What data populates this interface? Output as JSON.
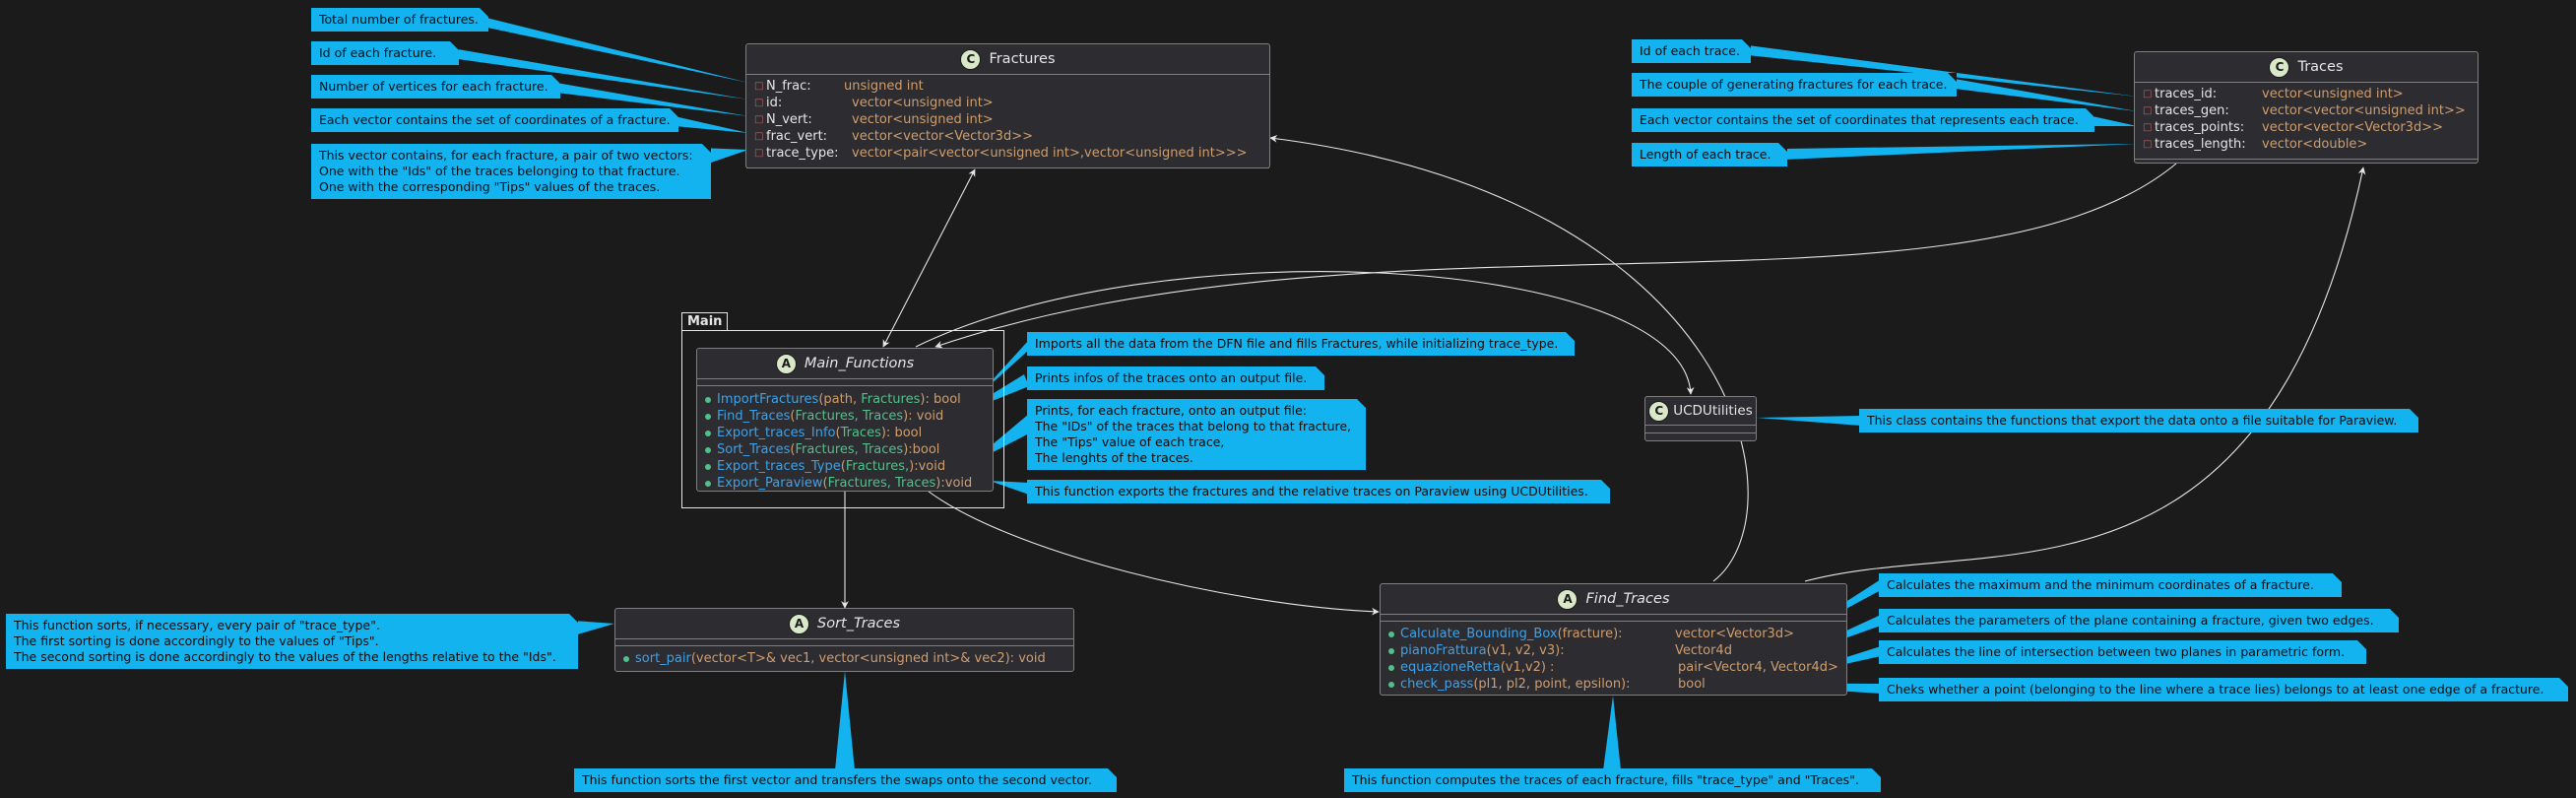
{
  "classes": {
    "fractures": {
      "icon": "C",
      "name": "Fractures",
      "attributes": [
        {
          "name": "N_frac:",
          "type": "unsigned int"
        },
        {
          "name": "id:",
          "type": "vector<unsigned int>"
        },
        {
          "name": "N_vert:",
          "type": "vector<unsigned int>"
        },
        {
          "name": "frac_vert:",
          "type": "vector<vector<Vector3d>>"
        },
        {
          "name": "trace_type:",
          "type": "vector<pair<vector<unsigned int>,vector<unsigned int>>>"
        }
      ]
    },
    "traces": {
      "icon": "C",
      "name": "Traces",
      "attributes": [
        {
          "name": "traces_id:",
          "type": "vector<unsigned int>"
        },
        {
          "name": "traces_gen:",
          "type": "vector<vector<unsigned int>>"
        },
        {
          "name": "traces_points:",
          "type": "vector<vector<Vector3d>>"
        },
        {
          "name": "traces_length:",
          "type": "vector<double>"
        }
      ]
    },
    "main_functions": {
      "icon": "A",
      "name": "Main_Functions",
      "methods": [
        {
          "name": "ImportFractures",
          "open": "(",
          "params": "path, ",
          "params2": "Fractures",
          "close": "): ",
          "ret": "bool"
        },
        {
          "name": "Find_Traces",
          "open": "(",
          "params": "Fractures, Traces",
          "params2": "",
          "close": "): ",
          "ret": "void"
        },
        {
          "name": "Export_traces_Info",
          "open": "(",
          "params": "Traces",
          "params2": "",
          "close": "):   ",
          "ret": "bool"
        },
        {
          "name": "Sort_Traces",
          "open": "(",
          "params": "Fractures, Traces",
          "params2": "",
          "close": "):",
          "ret": "bool"
        },
        {
          "name": "Export_traces_Type",
          "open": "(",
          "params": "Fractures,",
          "params2": "",
          "close": "):",
          "ret": "void"
        },
        {
          "name": "Export_Paraview",
          "open": "(",
          "params": "Fractures, Traces",
          "params2": "",
          "close": "):",
          "ret": "void"
        }
      ]
    },
    "ucd": {
      "icon": "C",
      "name": "UCDUtilities"
    },
    "sort_traces": {
      "icon": "A",
      "name": "Sort_Traces",
      "methods": [
        {
          "name": "sort_pair",
          "sig": "(vector<T>& vec1, vector<unsigned int>& vec2): void"
        }
      ]
    },
    "find_traces": {
      "icon": "A",
      "name": "Find_Traces",
      "methods": [
        {
          "name": "Calculate_Bounding_Box",
          "args": "(fracture):",
          "ret": "vector<Vector3d>"
        },
        {
          "name": "pianoFrattura",
          "args": "(v1, v2, v3):",
          "ret": "Vector4d"
        },
        {
          "name": "equazioneRetta",
          "args": "(v1,v2) :",
          "ret": "pair<Vector4, Vector4d>"
        },
        {
          "name": "check_pass",
          "args": "(pl1, pl2, point, epsilon):",
          "ret": "bool"
        }
      ]
    }
  },
  "package": {
    "label": "Main"
  },
  "notes": {
    "n_total_frac": "Total number of fractures.",
    "n_id_frac": "Id of each fracture.",
    "n_vert": "Number of vertices for each fracture.",
    "n_frac_vert": "Each vector contains the set of coordinates of a fracture.",
    "n_trace_type": [
      "This vector contains, for each fracture, a pair of two vectors:",
      "One with the \"Ids\" of the traces belonging to that fracture.",
      "One with the corresponding \"Tips\" values of the traces."
    ],
    "n_trace_id": "Id of each trace.",
    "n_trace_gen": "The couple of generating fractures for each trace.",
    "n_trace_points": "Each vector contains the set of coordinates that represents each trace.",
    "n_trace_length": "Length of each trace.",
    "n_import": "Imports all the data from the DFN file and fills Fractures, while initializing trace_type.",
    "n_info": "Prints infos of the traces onto an output file.",
    "n_type": [
      "Prints, for each fracture, onto an output file:",
      "The \"IDs\" of the traces that belong to that fracture,",
      "The \"Tips\" value of each trace,",
      "The lenghts of the traces."
    ],
    "n_paraview": "This function exports the fractures and the relative traces on Paraview using UCDUtilities.",
    "n_ucd": "This class contains the functions that export the data onto a file suitable for Paraview.",
    "n_sort": [
      "This function sorts, if necessary, every pair of \"trace_type\".",
      "The first sorting is done accordingly to the values of \"Tips\".",
      "The second sorting is done accordingly to the values of the lengths relative to the \"Ids\"."
    ],
    "n_sortpair": "This function sorts the first vector and transfers the swaps onto the second vector.",
    "n_bbox": "Calculates the maximum and the minimum coordinates of a fracture.",
    "n_plane": "Calculates the parameters of the plane containing a fracture, given two edges.",
    "n_line": "Calculates the line of intersection between two planes in parametric form.",
    "n_check": "Cheks whether a point (belonging to the line where a trace lies) belongs to at least one edge of a fracture.",
    "n_find": "This function computes the traces of each fracture, fills \"trace_type\" and \"Traces\"."
  },
  "colors": {
    "background": "#1b1b1b",
    "note": "#13b3f0",
    "class_bg": "#2c2c31",
    "type": "#cf9e6f",
    "method": "#3fa2e8",
    "param": "#52c08a"
  }
}
